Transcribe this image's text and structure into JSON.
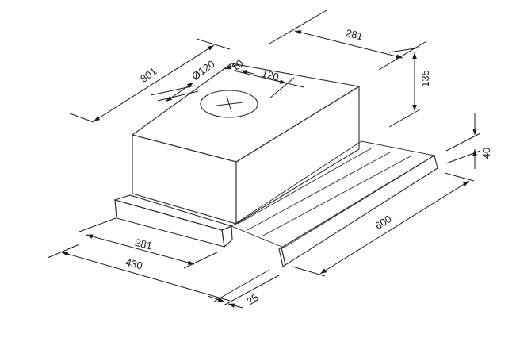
{
  "diagram": {
    "dimensions": {
      "depth_801": "801",
      "duct_dia": "Ø120",
      "offset_10": "10",
      "offset_120": "120",
      "top_281": "281",
      "height_135": "135",
      "front_40": "40",
      "width_600": "600",
      "bottom_281": "281",
      "depth_430": "430",
      "gap_25": "25"
    },
    "colors": {
      "line": "#2a2a2a",
      "top_face": "#e1e1e1",
      "front_face": "#cfcfcf",
      "side_face": "#d6d6d6",
      "trim_face": "#e3e3e3",
      "drawer_face": "#ededed",
      "background": "#ffffff"
    }
  }
}
